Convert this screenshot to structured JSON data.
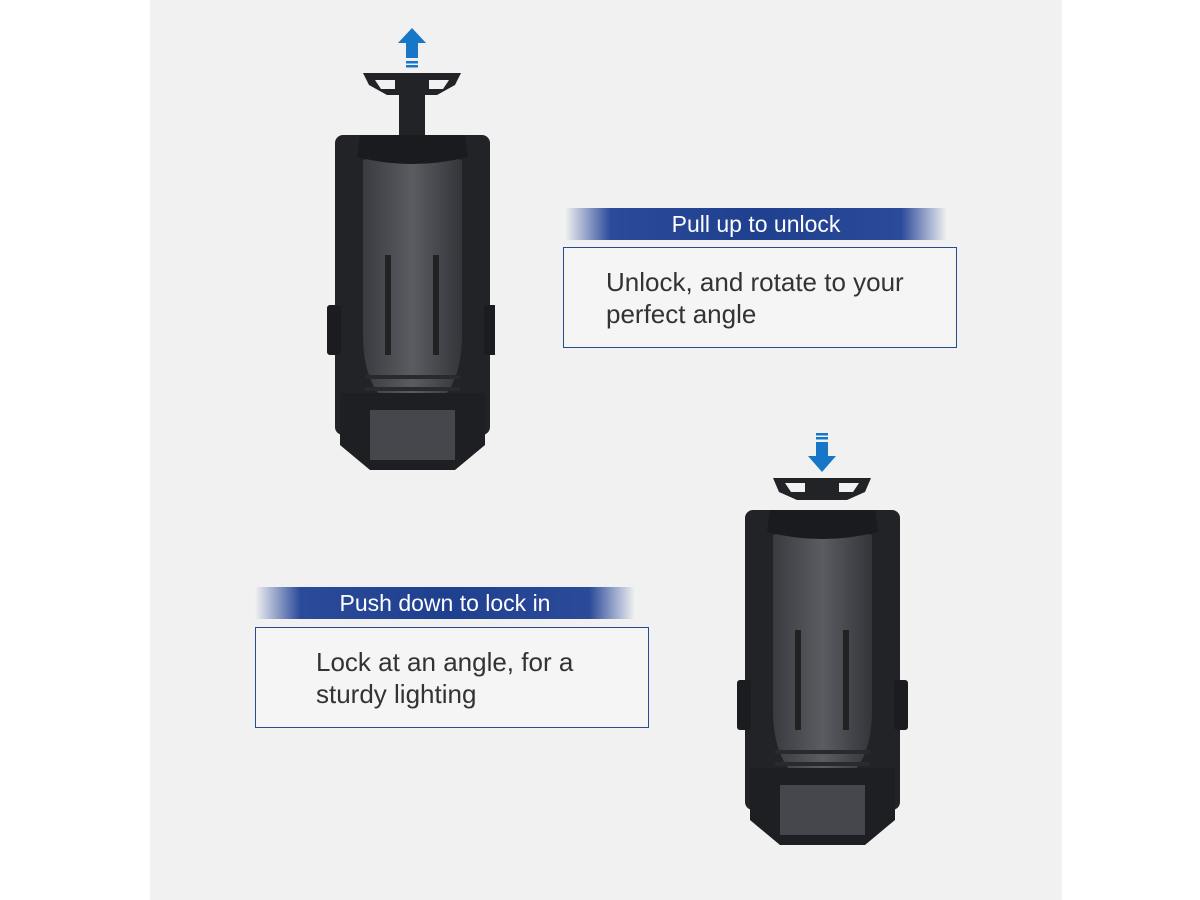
{
  "top_step": {
    "title": "Pull up to unlock",
    "description": "Unlock, and rotate to your perfect angle",
    "arrow_icon": "arrow-up-icon"
  },
  "bottom_step": {
    "title": "Push down to lock in",
    "description": "Lock at an angle, for a sturdy lighting",
    "arrow_icon": "arrow-down-icon"
  },
  "colors": {
    "accent": "#1f3f8f",
    "arrow": "#1776c8",
    "holster": "#2e2f33"
  }
}
